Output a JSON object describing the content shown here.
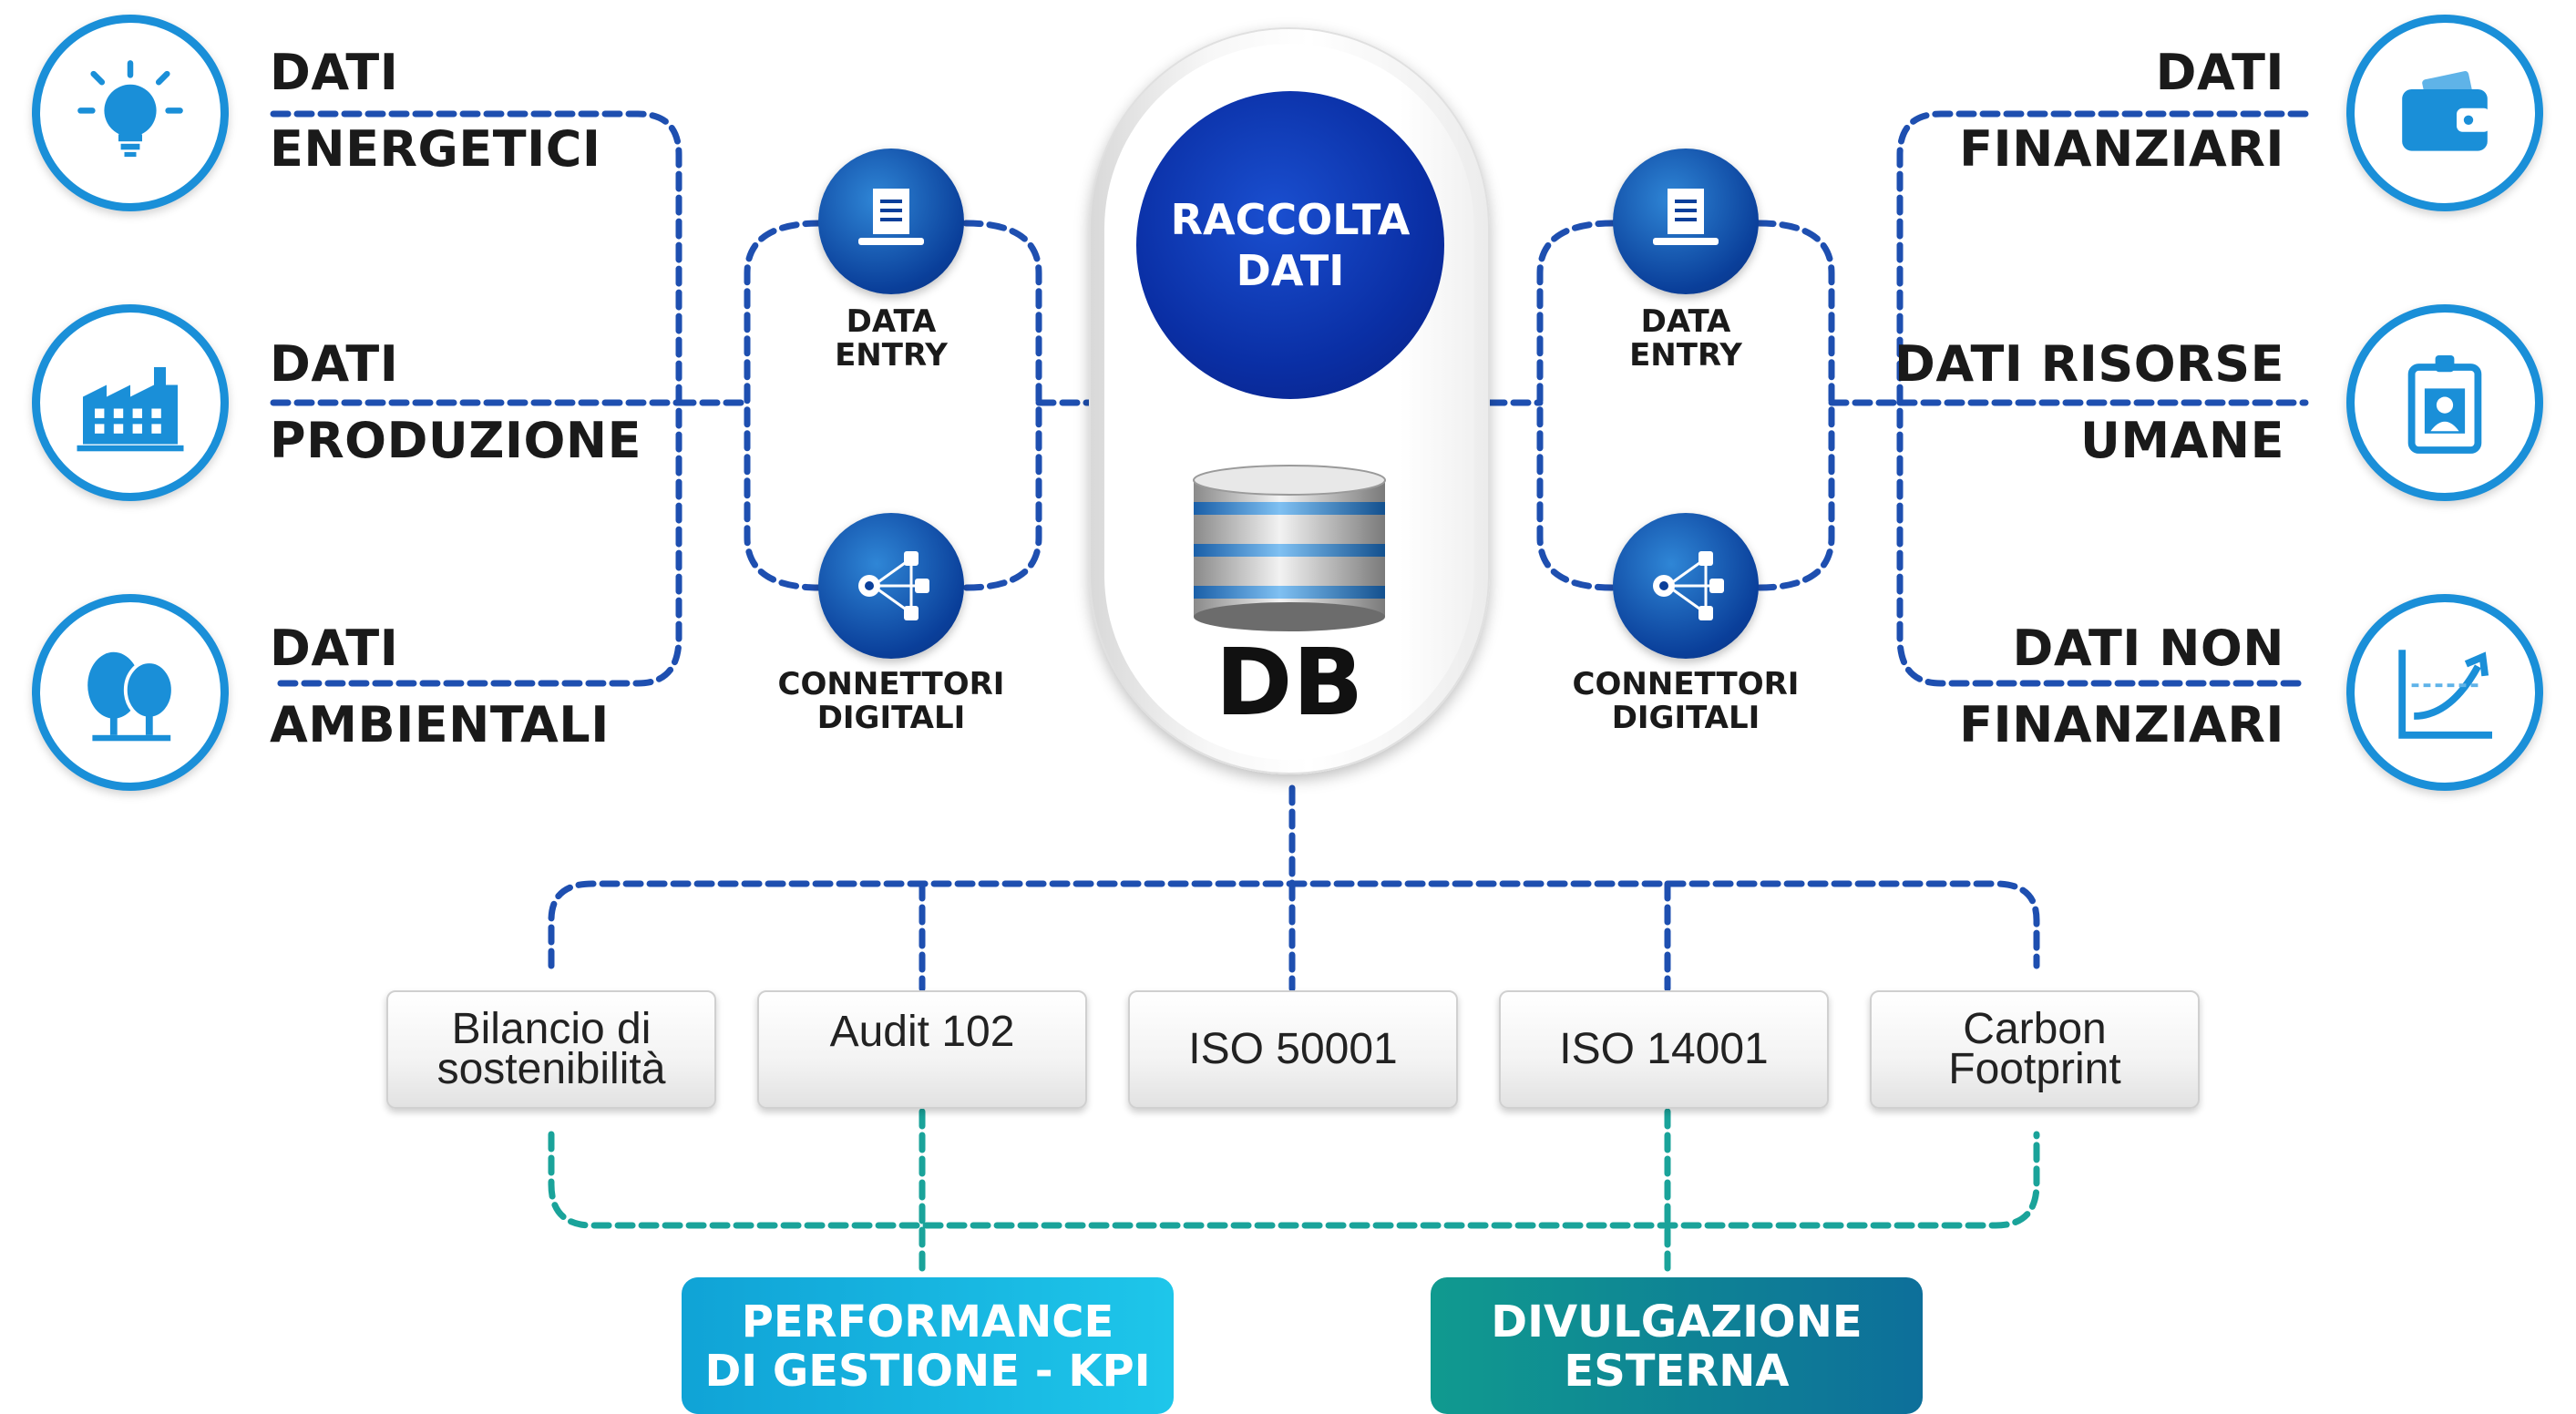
{
  "sources_left": [
    {
      "line1": "DATI",
      "line2": "ENERGETICI",
      "icon": "lightbulb-icon"
    },
    {
      "line1": "DATI",
      "line2": "PRODUZIONE",
      "icon": "factory-icon"
    },
    {
      "line1": "DATI",
      "line2": "AMBIENTALI",
      "icon": "trees-icon"
    }
  ],
  "sources_right": [
    {
      "line1": "DATI",
      "line2": "FINANZIARI",
      "icon": "wallet-icon"
    },
    {
      "line1": "DATI RISORSE",
      "line2": "UMANE",
      "icon": "id-badge-icon"
    },
    {
      "line1": "DATI NON",
      "line2": "FINANZIARI",
      "icon": "growth-chart-icon"
    }
  ],
  "methods": {
    "data_entry": {
      "line1": "DATA",
      "line2": "ENTRY",
      "icon": "laptop-document-icon"
    },
    "connettori": {
      "line1": "CONNETTORI",
      "line2": "DIGITALI",
      "icon": "network-gear-icon"
    }
  },
  "center": {
    "line1": "RACCOLTA",
    "line2": "DATI",
    "db_label": "DB",
    "icon": "database-icon"
  },
  "outputs": [
    {
      "line1": "Bilancio di",
      "line2": "sostenibilità"
    },
    {
      "line1": "Audit 102",
      "line2": ""
    },
    {
      "line1": "ISO 50001",
      "line2": ""
    },
    {
      "line1": "ISO 14001",
      "line2": ""
    },
    {
      "line1": "Carbon",
      "line2": "Footprint"
    }
  ],
  "pills": [
    {
      "line1": "PERFORMANCE",
      "line2": "DI GESTIONE - KPI"
    },
    {
      "line1": "DIVULGAZIONE",
      "line2": "ESTERNA"
    }
  ],
  "colors": {
    "blue_line": "#1e4fb0",
    "teal_line": "#1aa39a",
    "icon_blue": "#1a8fd8",
    "pill_cyan": "#12b6dc",
    "pill_teal": "#0f8f93"
  }
}
